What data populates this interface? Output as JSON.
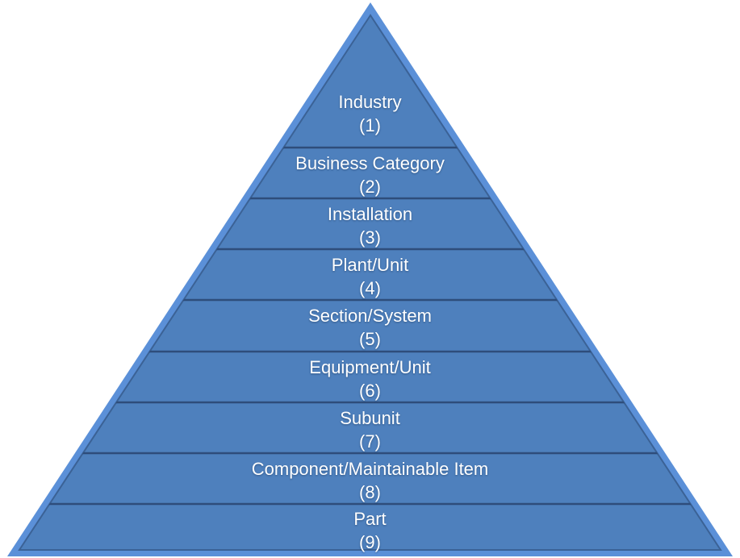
{
  "levels": [
    {
      "label": "Industry",
      "number": "(1)"
    },
    {
      "label": "Business Category",
      "number": "(2)"
    },
    {
      "label": "Installation",
      "number": "(3)"
    },
    {
      "label": "Plant/Unit",
      "number": "(4)"
    },
    {
      "label": "Section/System",
      "number": "(5)"
    },
    {
      "label": "Equipment/Unit",
      "number": "(6)"
    },
    {
      "label": "Subunit",
      "number": "(7)"
    },
    {
      "label": "Component/Maintainable Item",
      "number": "(8)"
    },
    {
      "label": "Part",
      "number": "(9)"
    }
  ],
  "colors": {
    "background": "#ffffff",
    "pyramid_fill": "#4e80bd",
    "pyramid_border": "#5b90d8",
    "inner_edge": "#3b6296",
    "divider": "#2e4d7b",
    "text": "#ffffff"
  }
}
